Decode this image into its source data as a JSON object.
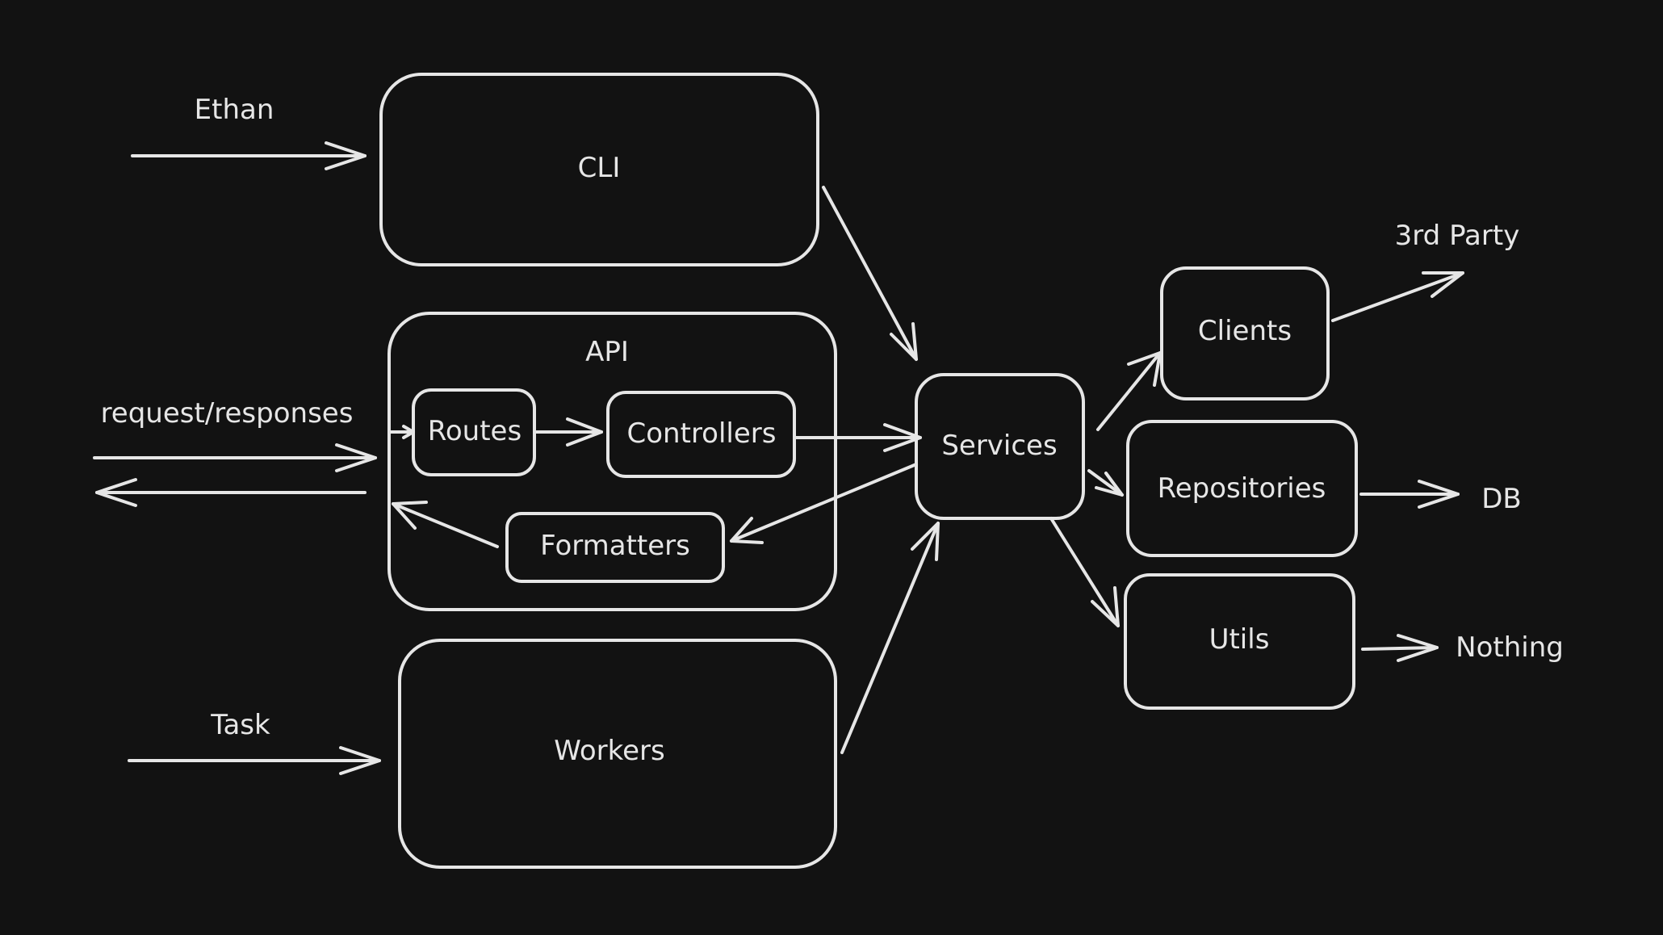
{
  "colors": {
    "background": "#121212",
    "stroke": "#e6e6e6"
  },
  "nodes": {
    "cli": "CLI",
    "api": "API",
    "routes": "Routes",
    "controllers": "Controllers",
    "formatters": "Formatters",
    "workers": "Workers",
    "services": "Services",
    "clients": "Clients",
    "repositories": "Repositories",
    "utils": "Utils"
  },
  "labels": {
    "ethan": "Ethan",
    "request_responses": "request/responses",
    "task": "Task",
    "third_party": "3rd Party",
    "db": "DB",
    "nothing": "Nothing"
  },
  "edges": [
    {
      "from": "Ethan",
      "to": "CLI"
    },
    {
      "from": "request/responses",
      "to": "Routes"
    },
    {
      "from": "Formatters",
      "to": "request/responses"
    },
    {
      "from": "Task",
      "to": "Workers"
    },
    {
      "from": "Routes",
      "to": "Controllers"
    },
    {
      "from": "Controllers",
      "to": "Services"
    },
    {
      "from": "Services",
      "to": "Formatters"
    },
    {
      "from": "CLI",
      "to": "Services"
    },
    {
      "from": "Workers",
      "to": "Services"
    },
    {
      "from": "Services",
      "to": "Clients"
    },
    {
      "from": "Services",
      "to": "Repositories"
    },
    {
      "from": "Services",
      "to": "Utils"
    },
    {
      "from": "Clients",
      "to": "3rd Party"
    },
    {
      "from": "Repositories",
      "to": "DB"
    },
    {
      "from": "Utils",
      "to": "Nothing"
    }
  ]
}
